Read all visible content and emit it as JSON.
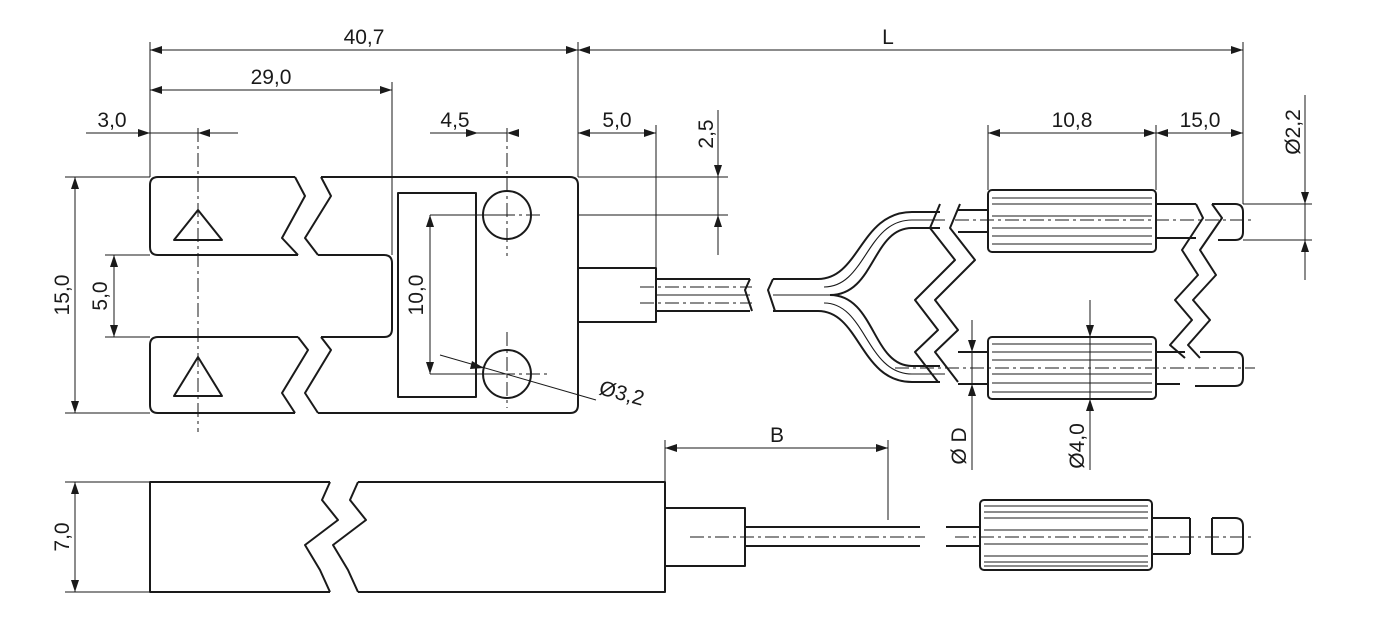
{
  "dimensions": {
    "overall_length": "40,7",
    "slot_depth": "29,0",
    "led_offset": "3,0",
    "hole_offset": "4,5",
    "cable_exit": "5,0",
    "hole_spacing": "2,5",
    "height": "15,0",
    "slot_width": "5,0",
    "hole_pitch": "10,0",
    "hole_diameter": "Ø3,2",
    "cable_length": "L",
    "sleeve_length": "10,8",
    "fiber_tip": "15,0",
    "fiber_diameter": "Ø2,2",
    "cable_diameter": "Ø D",
    "sleeve_diameter": "Ø4,0",
    "fiber_B": "B",
    "thickness": "7,0"
  }
}
